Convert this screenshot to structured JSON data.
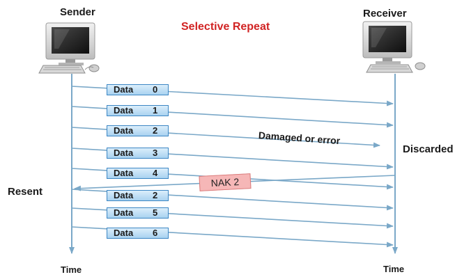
{
  "title": "Selective Repeat",
  "sender": {
    "label": "Sender",
    "time_label": "Time"
  },
  "receiver": {
    "label": "Receiver",
    "time_label": "Time",
    "discarded_label": "Discarded"
  },
  "resent_label": "Resent",
  "damaged_label": "Damaged or error",
  "nak": {
    "label": "NAK 2"
  },
  "frames": [
    {
      "label": "Data",
      "num": "0"
    },
    {
      "label": "Data",
      "num": "1"
    },
    {
      "label": "Data",
      "num": "2"
    },
    {
      "label": "Data",
      "num": "3"
    },
    {
      "label": "Data",
      "num": "4"
    },
    {
      "label": "Data",
      "num": "2"
    },
    {
      "label": "Data",
      "num": "5"
    },
    {
      "label": "Data",
      "num": "6"
    }
  ],
  "colors": {
    "arrow": "#7aa8c8",
    "title": "#d12424",
    "packet_border": "#3b86c4",
    "nak_fill": "#f6b7b7"
  },
  "icons": {
    "sender": "desktop-computer-icon",
    "receiver": "desktop-computer-icon"
  }
}
